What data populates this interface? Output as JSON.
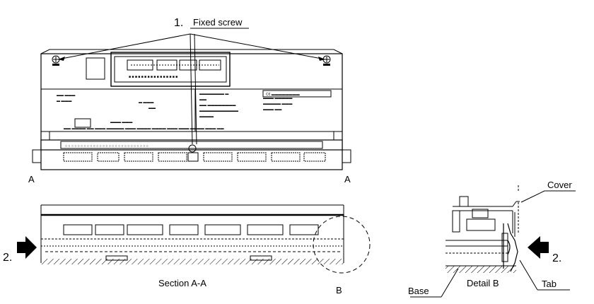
{
  "labels": {
    "fixed_screw_num": "1.",
    "fixed_screw": "Fixed screw",
    "section_left": "A",
    "section_right": "A",
    "push_left_num": "2.",
    "section_title": "Section A-A",
    "detail_ref": "B",
    "cover": "Cover",
    "push_right_num": "2.",
    "base": "Base",
    "detail_title": "Detail B",
    "tab": "Tab"
  }
}
